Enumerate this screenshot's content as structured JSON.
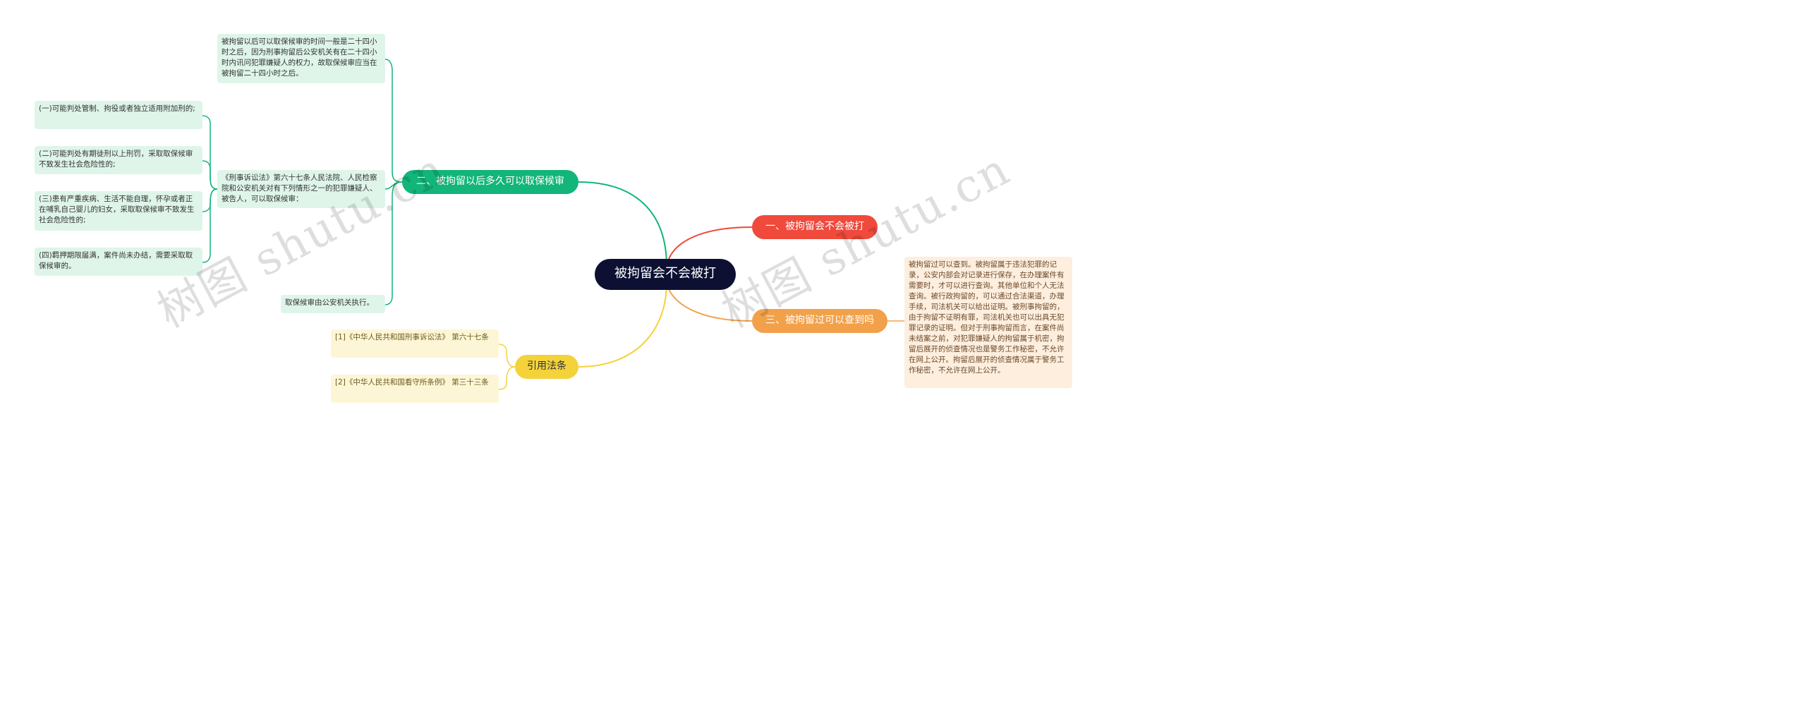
{
  "root": {
    "title": "被拘留会不会被打"
  },
  "colors": {
    "root": "#0d1033",
    "branch1": "#ef4a3c",
    "branch2": "#12b57a",
    "branch3": "#f2a14a",
    "branch4": "#f3d23a",
    "leaf_green": "#dff5ea",
    "leaf_yellow": "#fdf6d6",
    "leaf_orange": "#fdeede"
  },
  "branches": {
    "b1": {
      "label": "一、被拘留会不会被打"
    },
    "b2": {
      "label": "二、被拘留以后多久可以取保候审",
      "leaf1": "被拘留以后可以取保候审的时间一般是二十四小时之后，因为刑事拘留后公安机关有在二十四小时内讯问犯罪嫌疑人的权力，故取保候审应当在被拘留二十四小时之后。",
      "leaf2": "《刑事诉讼法》第六十七条人民法院、人民检察院和公安机关对有下列情形之一的犯罪嫌疑人、被告人，可以取保候审：",
      "sub1": "(一)可能判处管制、拘役或者独立适用附加刑的;",
      "sub2": "(二)可能判处有期徒刑以上刑罚，采取取保候审不致发生社会危险性的;",
      "sub3": "(三)患有严重疾病、生活不能自理，怀孕或者正在哺乳自己婴儿的妇女，采取取保候审不致发生社会危险性的;",
      "sub4": "(四)羁押期限届满，案件尚未办结，需要采取取保候审的。",
      "leaf3": "取保候审由公安机关执行。"
    },
    "b3": {
      "label": "三、被拘留过可以查到吗",
      "leaf1": "被拘留过可以查到。被拘留属于违法犯罪的记录，公安内部会对记录进行保存，在办理案件有需要时，才可以进行查询。其他单位和个人无法查询。被行政拘留的，可以通过合法渠道，办理手续，司法机关可以给出证明。被刑事拘留的，由于拘留不证明有罪，司法机关也可以出具无犯罪记录的证明。但对于刑事拘留而言，在案件尚未结案之前，对犯罪嫌疑人的拘留属于机密，拘留后展开的侦查情况也是警务工作秘密，不允许在网上公开。拘留后展开的侦查情况属于警务工作秘密，不允许在网上公开。"
    },
    "b4": {
      "label": "引用法条",
      "ref1": "[1]《中华人民共和国刑事诉讼法》 第六十七条",
      "ref2": "[2]《中华人民共和国看守所条例》 第三十三条"
    }
  },
  "watermarks": [
    "树图 shutu.cn",
    "树图 shutu.cn"
  ]
}
